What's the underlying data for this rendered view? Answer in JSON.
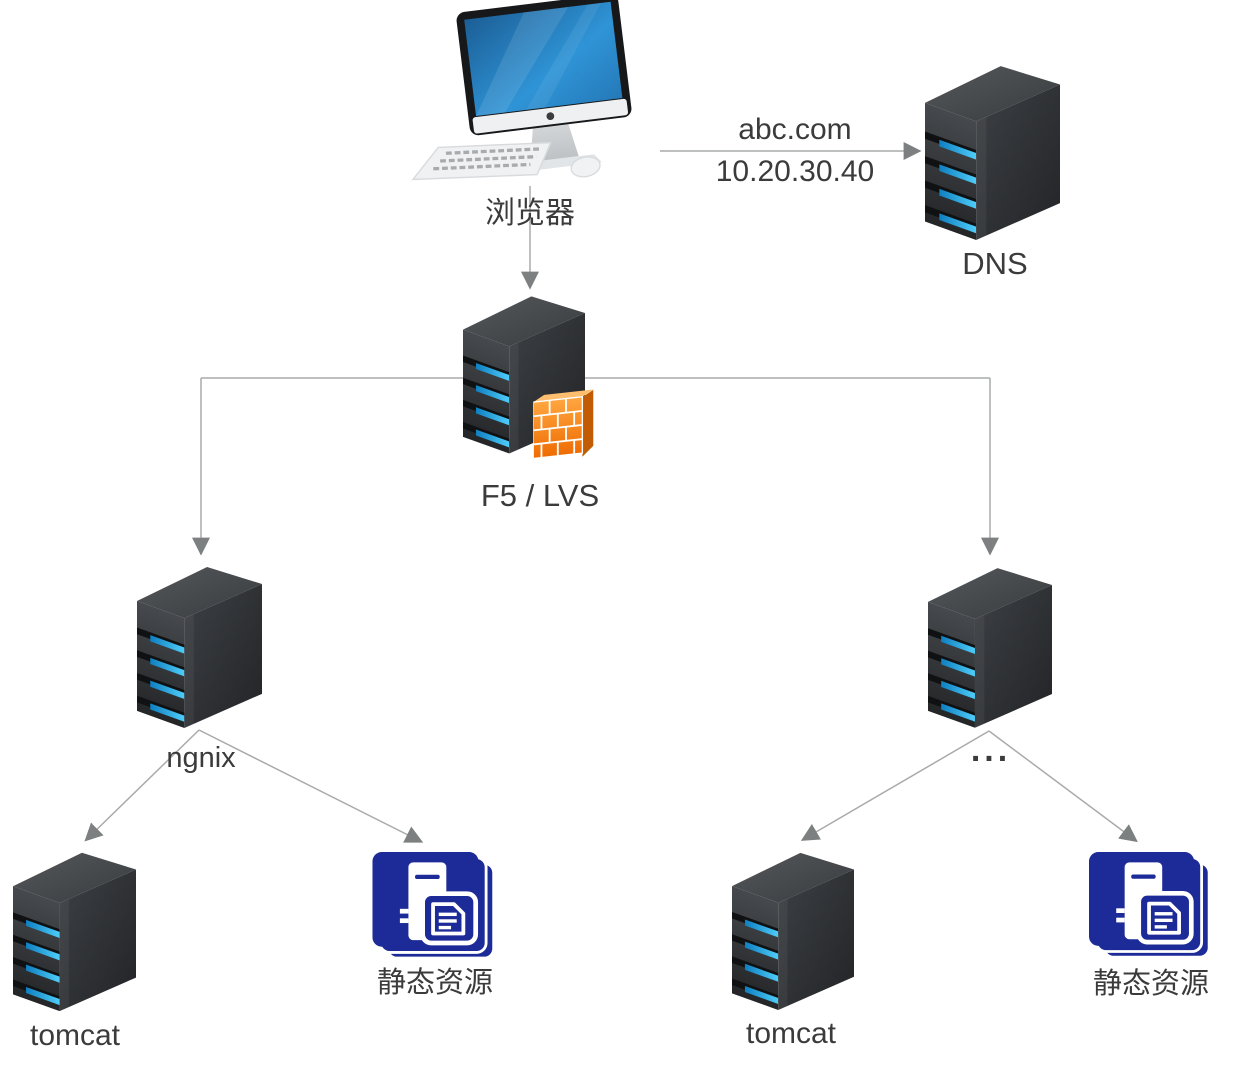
{
  "diagram": {
    "type": "network-architecture",
    "nodes": {
      "browser": {
        "label": "浏览器",
        "icon": "imac-computer-icon"
      },
      "dns": {
        "label": "DNS",
        "icon": "server-icon"
      },
      "f5_lvs": {
        "label": "F5 / LVS",
        "icon": "server-icon",
        "badge_icon": "firewall-icon"
      },
      "nginx": {
        "label": "ngnix",
        "icon": "server-icon"
      },
      "more_servers": {
        "label": "...",
        "icon": "server-icon"
      },
      "tomcat_left": {
        "label": "tomcat",
        "icon": "server-icon"
      },
      "tomcat_right": {
        "label": "tomcat",
        "icon": "server-icon"
      },
      "static_left": {
        "label": "静态资源",
        "icon": "static-resources-icon"
      },
      "static_right": {
        "label": "静态资源",
        "icon": "static-resources-icon"
      }
    },
    "edges": {
      "browser_to_dns": {
        "from": "browser",
        "to": "dns",
        "label_line1": "abc.com",
        "label_line2": "10.20.30.40"
      },
      "browser_to_f5": {
        "from": "browser",
        "to": "f5_lvs"
      },
      "f5_to_nginx": {
        "from": "f5_lvs",
        "to": "nginx"
      },
      "f5_to_more": {
        "from": "f5_lvs",
        "to": "more_servers"
      },
      "nginx_to_tomcat": {
        "from": "nginx",
        "to": "tomcat_left"
      },
      "nginx_to_static": {
        "from": "nginx",
        "to": "static_left"
      },
      "more_to_tomcat": {
        "from": "more_servers",
        "to": "tomcat_right"
      },
      "more_to_static": {
        "from": "more_servers",
        "to": "static_right"
      }
    },
    "colors": {
      "connector_line": "#a9abab",
      "arrowhead": "#7d8080",
      "label_text": "#3b3b3b",
      "server_led_blue": "#29abe2",
      "firewall_orange": "#f7941e",
      "static_icon_blue": "#1c2b97",
      "imac_screen_blue": "#2f94d6"
    }
  }
}
